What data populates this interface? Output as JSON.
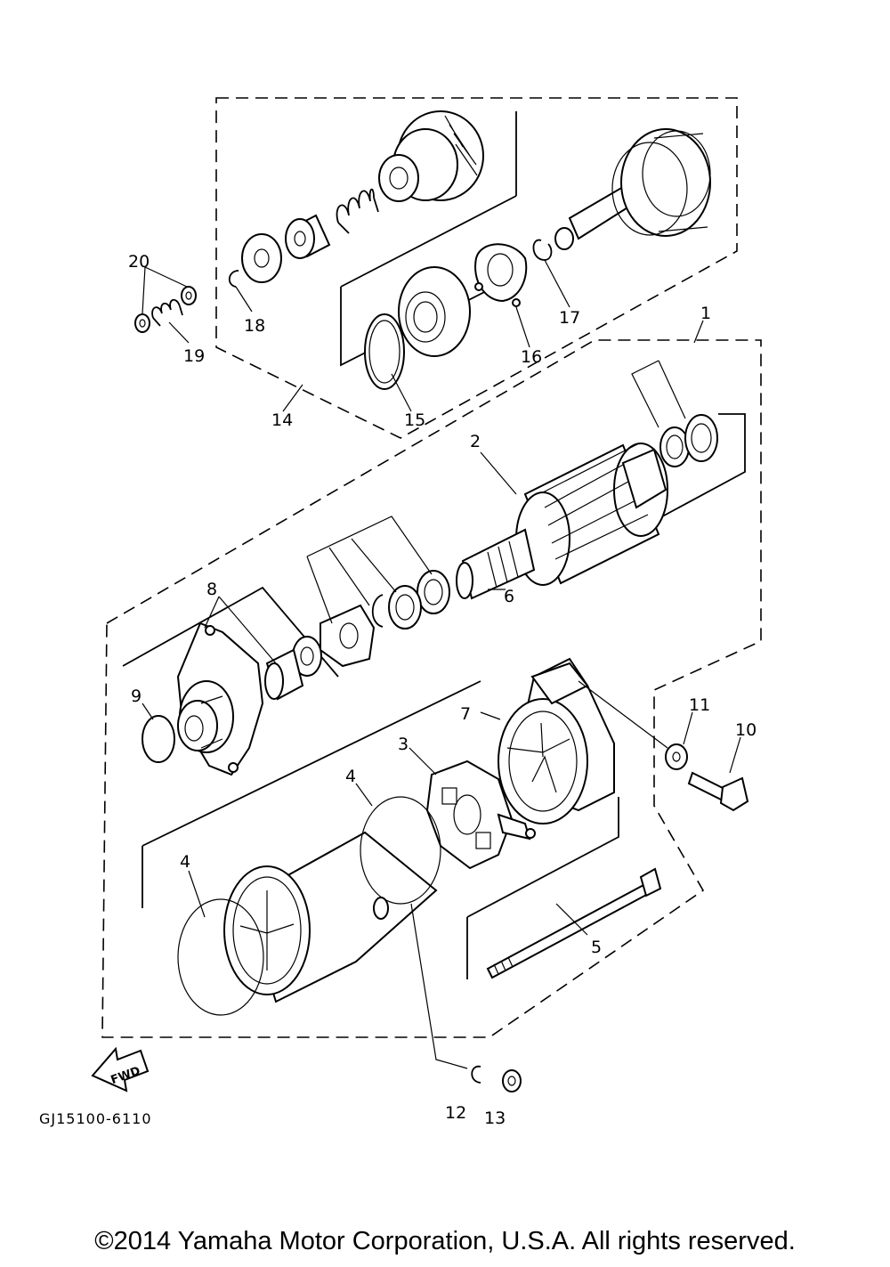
{
  "diagram": {
    "callouts": {
      "c1": "1",
      "c2": "2",
      "c3": "3",
      "c4a": "4",
      "c4b": "4",
      "c5": "5",
      "c6": "6",
      "c7": "7",
      "c8": "8",
      "c9": "9",
      "c10": "10",
      "c11": "11",
      "c12": "12",
      "c13": "13",
      "c14": "14",
      "c15": "15",
      "c16": "16",
      "c17": "17",
      "c18": "18",
      "c19": "19",
      "c20": "20"
    },
    "fwd_label": "FWD",
    "drawing_code": "GJ15100-6110"
  },
  "footer": {
    "copyright": "©2014 Yamaha Motor Corporation, U.S.A. All rights reserved."
  }
}
